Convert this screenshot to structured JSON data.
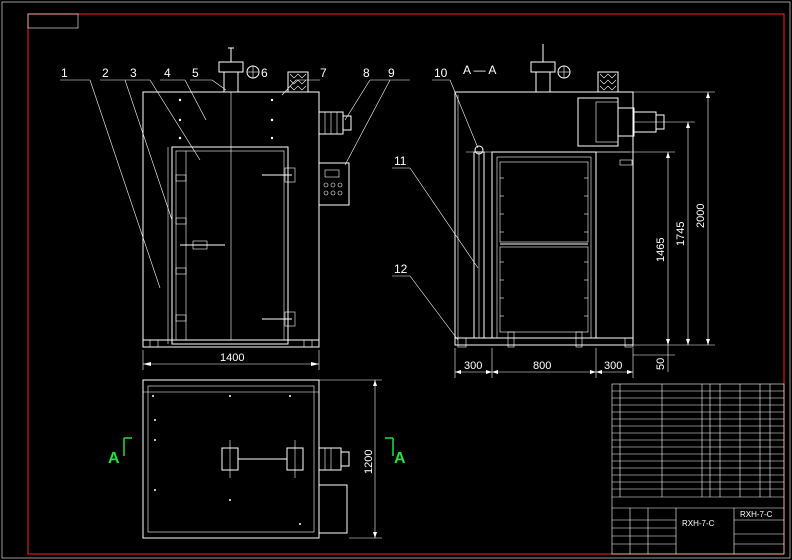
{
  "part_labels": [
    "1",
    "2",
    "3",
    "4",
    "5",
    "6",
    "7",
    "8",
    "9",
    "10",
    "11",
    "12"
  ],
  "section_title": "A — A",
  "section_marker_left": "A",
  "section_marker_right": "A",
  "dimensions": {
    "front_width": "1400",
    "plan_depth": "1200",
    "side_left": "300",
    "side_center": "800",
    "side_right": "300",
    "height_1465": "1465",
    "height_1745": "1745",
    "height_2000": "2000",
    "height_50": "50"
  },
  "title_block": {
    "drawing_code": "RXH-7-C",
    "drawing_code_2": "RXH-7-C"
  },
  "colors": {
    "background": "#000000",
    "lines": "#ffffff",
    "frame": "#ff2020",
    "section_marker": "#22e03a"
  }
}
